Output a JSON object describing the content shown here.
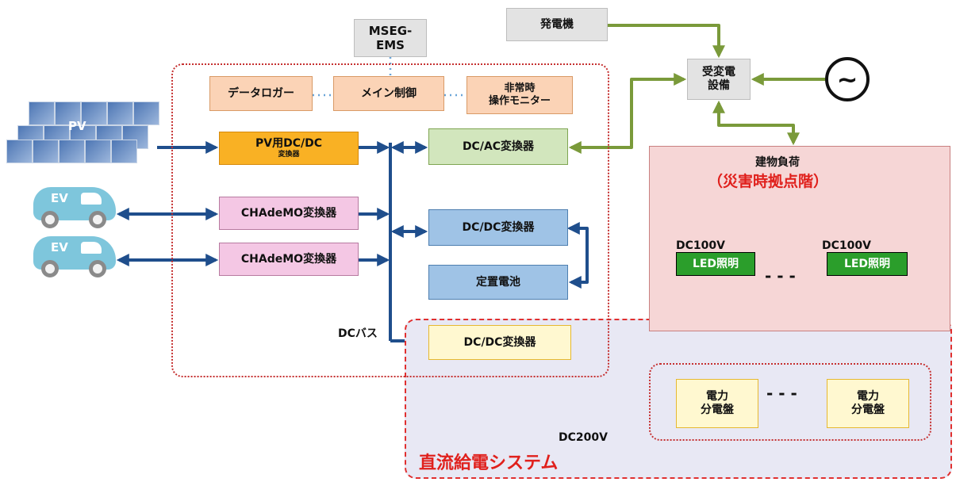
{
  "title": "直流給電システム",
  "nodes": {
    "mseg_ems": "MSEG-\nEMS",
    "generator": "発電機",
    "substation": "受変電\n設備",
    "data_logger": "データロガー",
    "main_control": "メイン制御",
    "emergency_monitor": "非常時\n操作モニター",
    "pv": "PV",
    "pv_dcdc": "PV用DC/DC",
    "pv_dcdc_sub": "変換器",
    "dcac": "DC/AC変換器",
    "ev1": "EV",
    "ev2": "EV",
    "chademo1": "CHAdeMO変換器",
    "chademo2": "CHAdeMO変換器",
    "dcdc_battery": "DC/DC変換器",
    "battery": "定置電池",
    "dcdc_feed": "DC/DC変換器",
    "dc_bus": "DCバス",
    "building_load": "建物負荷",
    "disaster_base": "（災害時拠点階）",
    "dc100v_left": "DC100V",
    "dc100v_right": "DC100V",
    "led_left": "LED照明",
    "led_right": "LED照明",
    "panel_left": "電力\n分電盤",
    "panel_right": "電力\n分電盤",
    "dc200v": "DC200V",
    "dashes": "- - -"
  },
  "colors": {
    "dc_line": "#1f4e8c",
    "ac_line": "#7a9a3a",
    "dc200_line": "#f2b731",
    "system_border": "#e03030"
  },
  "icons": [
    "ac-source-icon",
    "pv-panel-icon",
    "ev-car-icon"
  ]
}
